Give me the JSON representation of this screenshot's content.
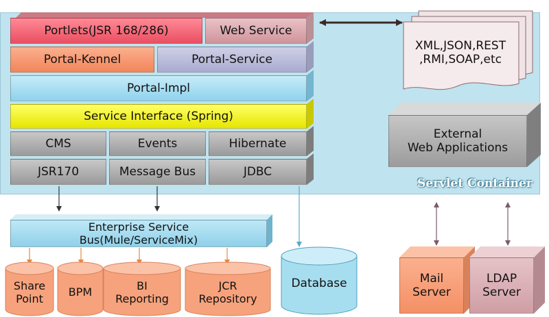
{
  "container_label": "Servlet Container",
  "stack": {
    "portlets": "Portlets(JSR 168/286)",
    "web_service": "Web Service",
    "portal_kennel": "Portal-Kennel",
    "portal_service": "Portal-Service",
    "portal_impl": "Portal-Impl",
    "service_interface": "Service Interface (Spring)",
    "cms": "CMS",
    "events": "Events",
    "hibernate": "Hibernate",
    "jsr170": "JSR170",
    "message_bus": "Message Bus",
    "jdbc": "JDBC"
  },
  "protocols": {
    "line1": "XML,JSON,REST",
    "line2": ",RMI,SOAP,etc"
  },
  "external": {
    "line1": "External",
    "line2": "Web Applications"
  },
  "esb": {
    "line1": "Enterprise Service",
    "line2": "Bus(Mule/ServiceMix)"
  },
  "repos": {
    "sharepoint_1": "Share",
    "sharepoint_2": "Point",
    "bpm": "BPM",
    "bi_1": "BI",
    "bi_2": "Reporting",
    "jcr_1": "JCR",
    "jcr_2": "Repository"
  },
  "database": "Database",
  "mail": {
    "line1": "Mail",
    "line2": "Server"
  },
  "ldap": {
    "line1": "LDAP",
    "line2": "Server"
  },
  "colors": {
    "container": "#bfe3ef",
    "portlets": "#f26d7d",
    "web_service": "#d9a6ac",
    "portal_kennel": "#f59a73",
    "portal_service": "#b6b8d6",
    "portal_impl": "#a9dcf0",
    "service_interface": "#f2f200",
    "gray": "#a6a6a6",
    "orange": "#f7a07a",
    "database": "#a6def0",
    "ldap": "#d9aeb4"
  }
}
